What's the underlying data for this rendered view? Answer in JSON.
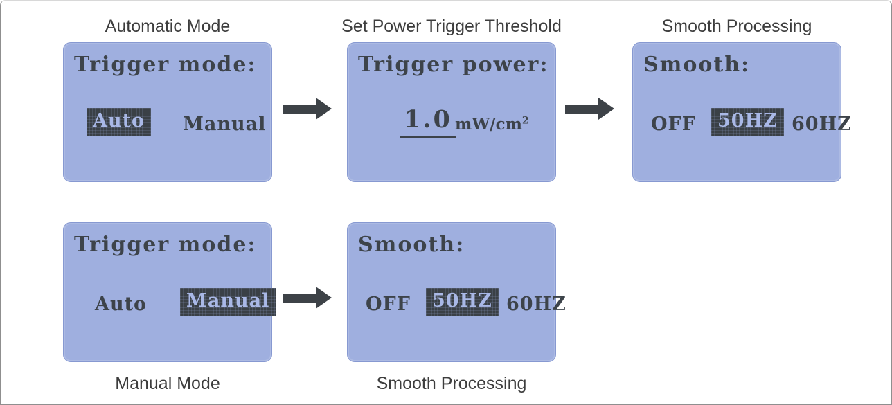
{
  "colors": {
    "panel_bg": "#9fafdf",
    "panel_border": "#8799d1",
    "lcd_text": "#3d434a",
    "highlight_bg": "#3a4046",
    "highlight_text": "#a9b8e6",
    "arrow": "#3d4247",
    "label_text": "#3d3d3d"
  },
  "flows": {
    "automatic": {
      "steps": [
        {
          "label": "Automatic Mode",
          "screen": {
            "heading": "Trigger mode:",
            "options": [
              {
                "text": "Auto",
                "selected": true
              },
              {
                "text": "Manual",
                "selected": false
              }
            ]
          }
        },
        {
          "label": "Set Power Trigger Threshold",
          "screen": {
            "heading": "Trigger power:",
            "value": "1.0",
            "unit": "mW/cm",
            "unit_exponent": "2"
          }
        },
        {
          "label": "Smooth Processing",
          "screen": {
            "heading": "Smooth:",
            "options": [
              {
                "text": "OFF",
                "selected": false
              },
              {
                "text": "50HZ",
                "selected": true
              },
              {
                "text": "60HZ",
                "selected": false
              }
            ]
          }
        }
      ]
    },
    "manual": {
      "steps": [
        {
          "label": "Manual Mode",
          "screen": {
            "heading": "Trigger mode:",
            "options": [
              {
                "text": "Auto",
                "selected": false
              },
              {
                "text": "Manual",
                "selected": true
              }
            ]
          }
        },
        {
          "label": "Smooth Processing",
          "screen": {
            "heading": "Smooth:",
            "options": [
              {
                "text": "OFF",
                "selected": false
              },
              {
                "text": "50HZ",
                "selected": true
              },
              {
                "text": "60HZ",
                "selected": false
              }
            ]
          }
        }
      ]
    }
  }
}
